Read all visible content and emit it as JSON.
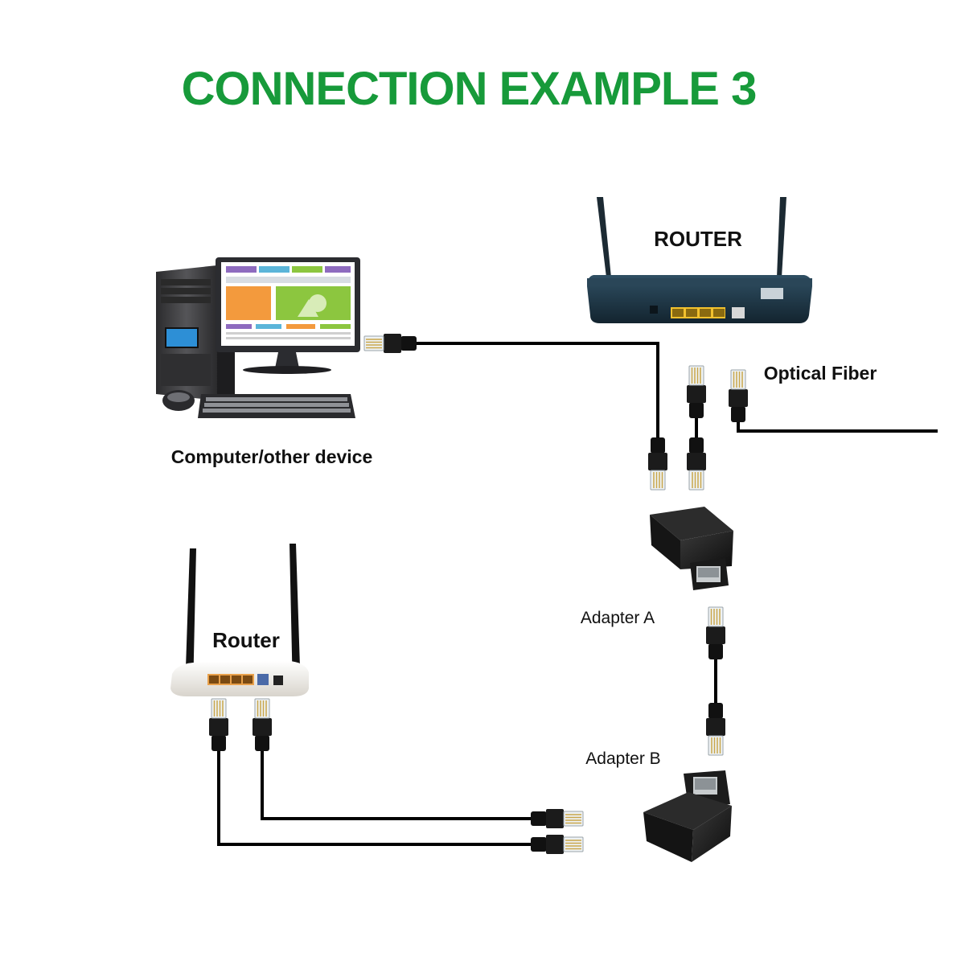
{
  "title": "CONNECTION EXAMPLE 3",
  "labels": {
    "router_top": "ROUTER",
    "optical_fiber": "Optical Fiber",
    "computer": "Computer/other device",
    "router_bottom": "Router",
    "adapter_a": "Adapter A",
    "adapter_b": "Adapter B"
  },
  "colors": {
    "title": "#179a3a",
    "cable": "#000000",
    "router_top_body": "#1e3a4a",
    "port_yellow": "#f2c12e",
    "port_orange": "#e8a04a",
    "monitor_orange": "#f39a3d",
    "monitor_green": "#8cc63f",
    "monitor_purple": "#8e6bbf",
    "monitor_blue": "#5bb5d9"
  },
  "icons": [
    "desktop-computer-icon",
    "dual-antenna-router-icon",
    "white-wifi-router-icon",
    "rj45-connector-icon",
    "rj45-splitter-adapter-icon"
  ]
}
